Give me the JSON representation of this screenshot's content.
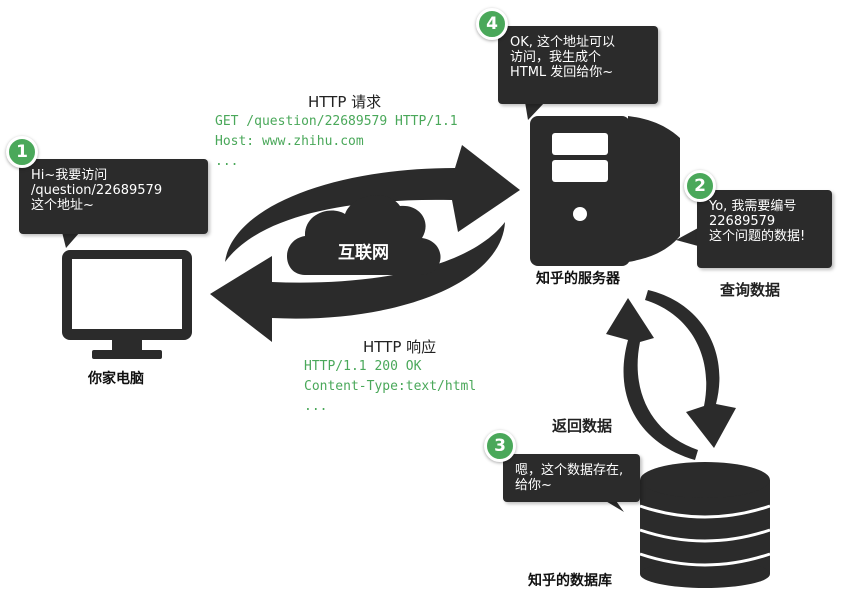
{
  "steps": [
    {
      "number": "1",
      "lines": [
        "Hi~我要访问",
        "/question/22689579",
        "这个地址~"
      ]
    },
    {
      "number": "2",
      "lines": [
        "Yo, 我需要编号",
        "22689579",
        "这个问题的数据!"
      ]
    },
    {
      "number": "3",
      "lines": [
        "嗯，这个数据存在,",
        "给你~"
      ]
    },
    {
      "number": "4",
      "lines": [
        "OK, 这个地址可以",
        "访问，我生成个",
        "HTML 发回给你~"
      ]
    }
  ],
  "nodes": {
    "computer": "你家电脑",
    "server": "知乎的服务器",
    "database": "知乎的数据库",
    "cloud": "互联网"
  },
  "request": {
    "title": "HTTP 请求",
    "lines": [
      "GET /question/22689579 HTTP/1.1",
      "Host: www.zhihu.com",
      "..."
    ]
  },
  "response": {
    "title": "HTTP 响应",
    "lines": [
      "HTTP/1.1 200 OK",
      "Content-Type:text/html",
      "..."
    ]
  },
  "db_query_label": "查询数据",
  "db_return_label": "返回数据",
  "colors": {
    "accent": "#4aa85a",
    "dark": "#2b2b2b"
  }
}
